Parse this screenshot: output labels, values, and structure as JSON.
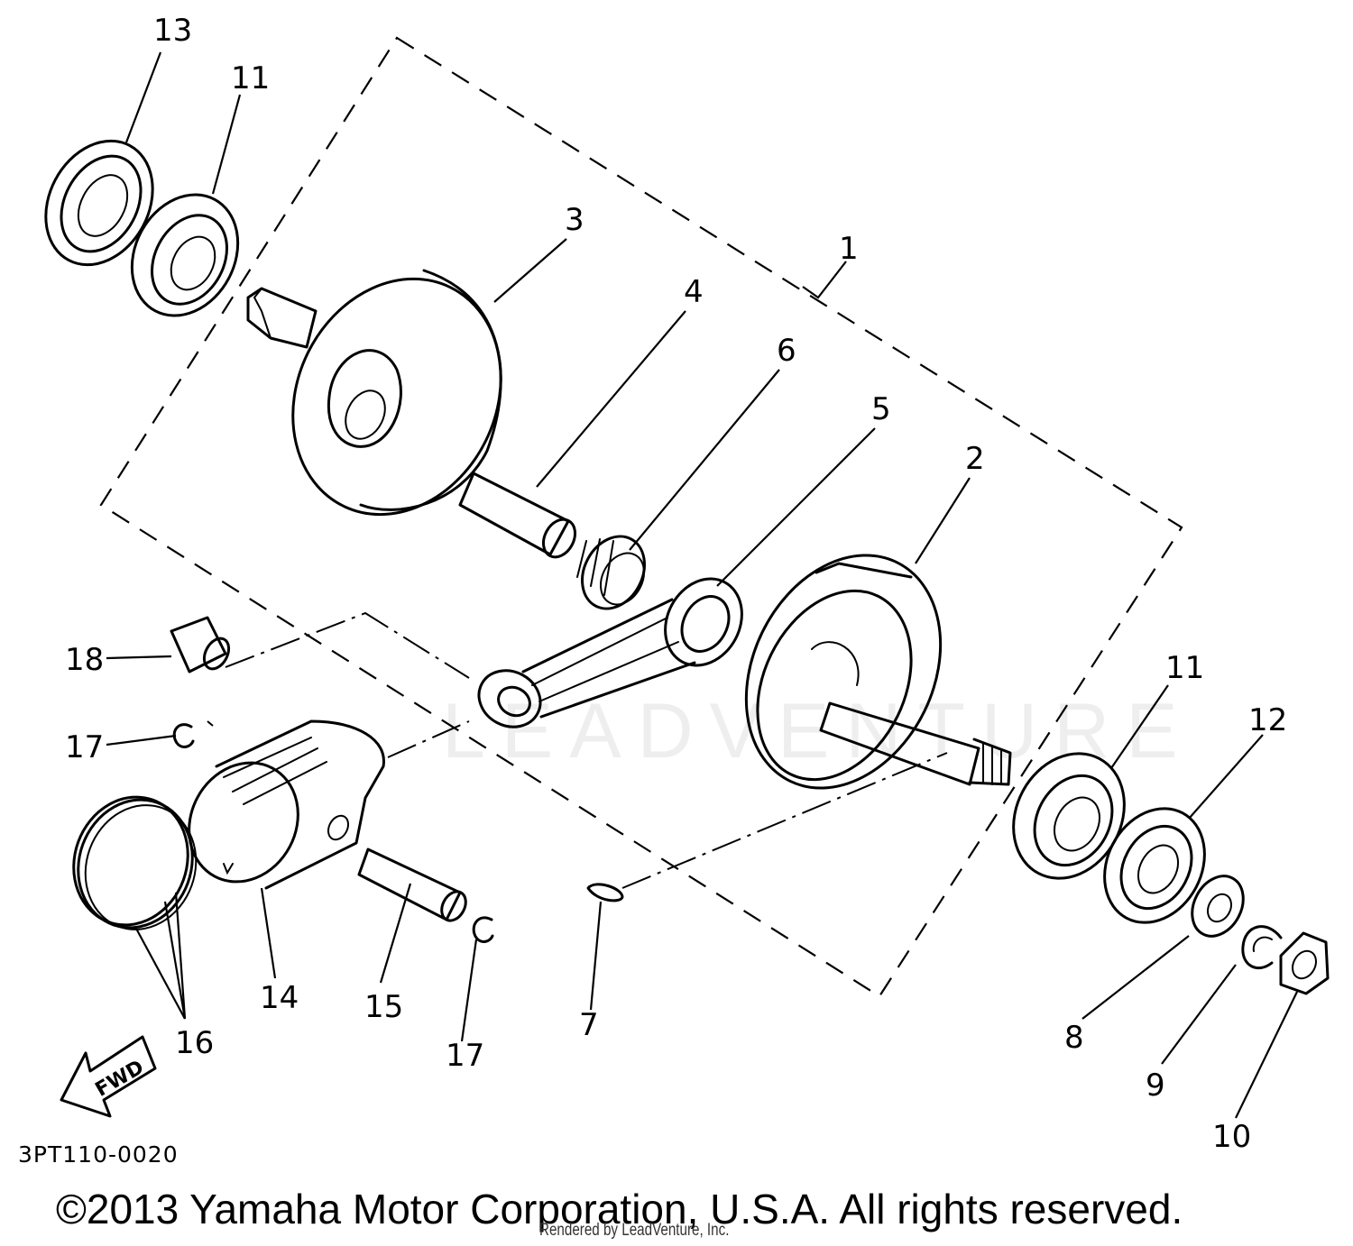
{
  "diagram": {
    "code": "3PT110-0020",
    "copyright": "©2013 Yamaha Motor Corporation, U.S.A. All rights reserved.",
    "rendered_by": "Rendered by LeadVenture, Inc.",
    "watermark": "LEADVENTURE",
    "direction_label": "FWD"
  },
  "callouts": [
    "13",
    "11",
    "3",
    "1",
    "4",
    "6",
    "5",
    "2",
    "18",
    "17",
    "11",
    "12",
    "16",
    "14",
    "15",
    "17",
    "7",
    "8",
    "9",
    "10"
  ]
}
